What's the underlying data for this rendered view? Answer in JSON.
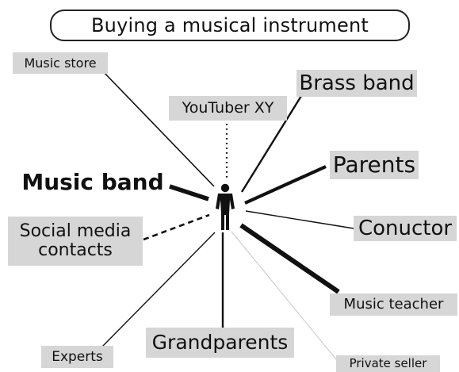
{
  "title": "Buying a musical instrument",
  "stakeholders": {
    "music_store": "Music store",
    "youtuber": "YouTuber XY",
    "brass_band": "Brass band",
    "music_band": "Music band",
    "parents": "Parents",
    "social_media": "Social media contacts",
    "conductor": "Conuctor",
    "music_teacher": "Music teacher",
    "grandparents": "Grandparents",
    "experts": "Experts",
    "private_seller": "Private seller"
  },
  "colors": {
    "label_fill": "#d6d6d6",
    "line": "#111111",
    "border": "#222222"
  },
  "icons": {
    "center": "person-icon"
  }
}
